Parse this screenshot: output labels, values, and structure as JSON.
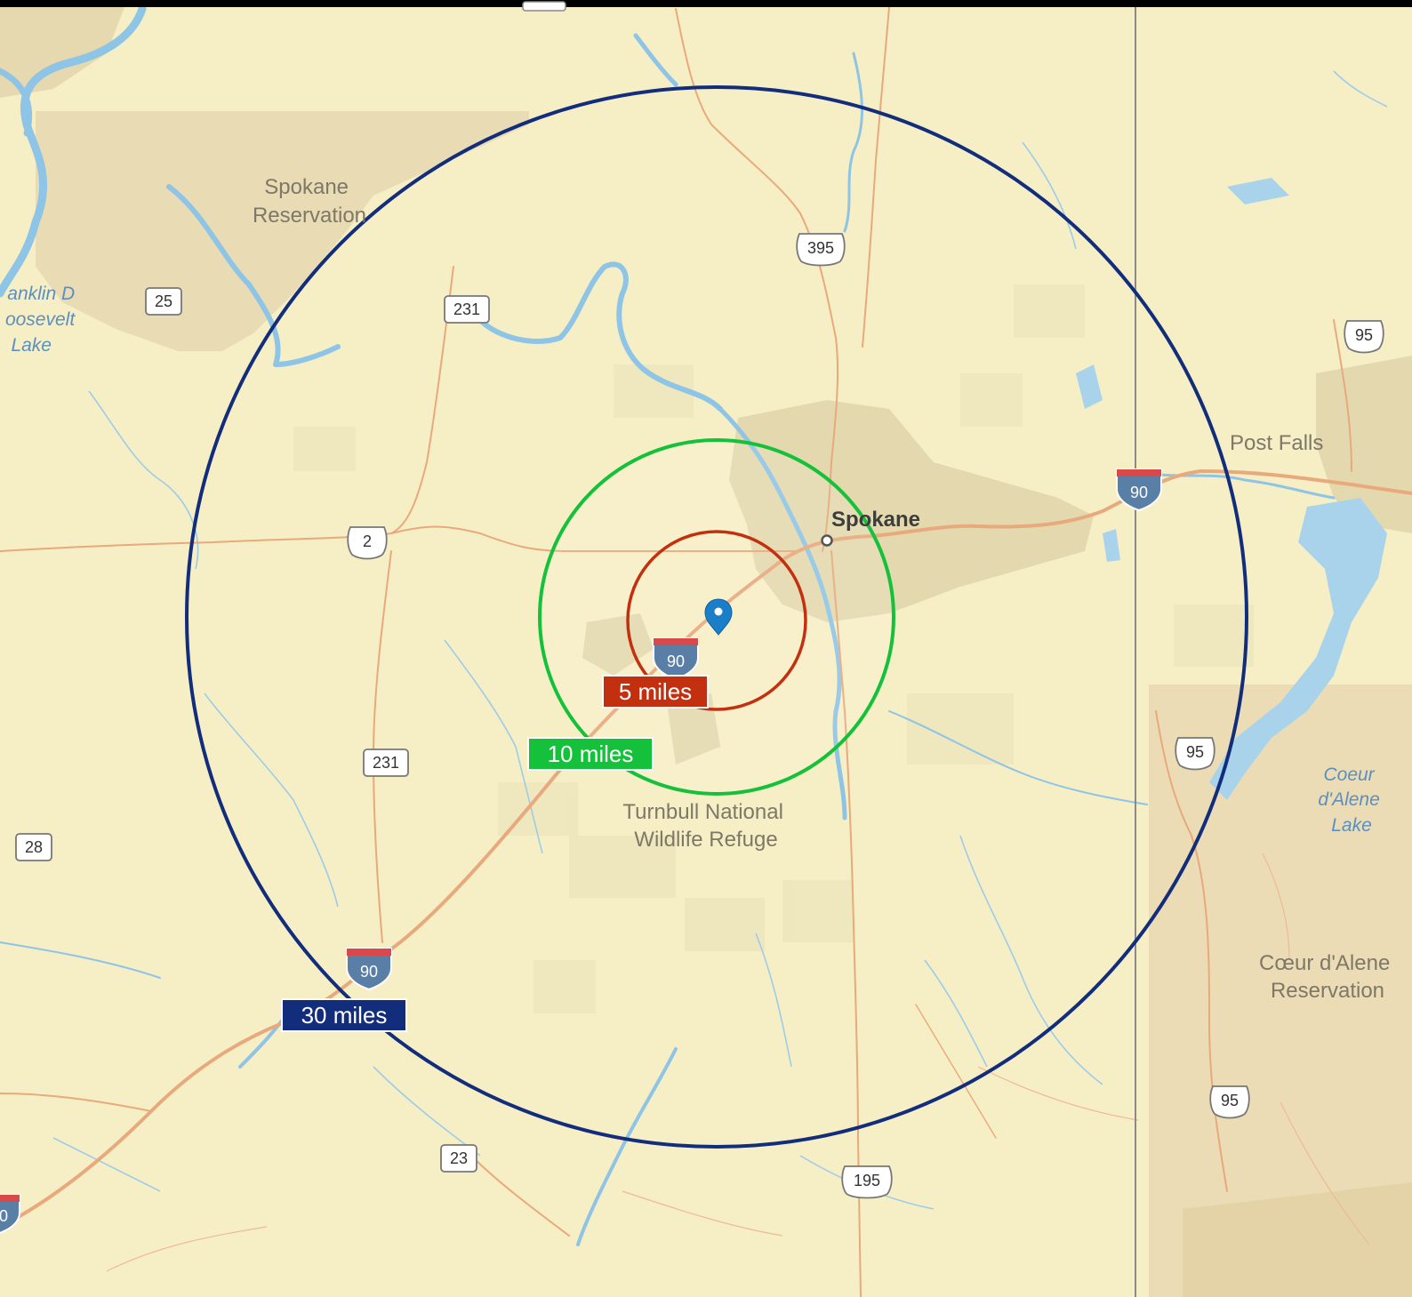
{
  "map": {
    "place_labels": [
      {
        "id": "spokane-reservation",
        "lines": [
          "Spokane",
          "Reservation"
        ]
      },
      {
        "id": "turnbull",
        "lines": [
          "Turnbull National",
          "Wildlife Refuge"
        ]
      },
      {
        "id": "post-falls",
        "lines": [
          "Post Falls"
        ]
      },
      {
        "id": "coeur-dalene-reservation",
        "lines": [
          "Cœur d'Alene",
          "Reservation"
        ]
      }
    ],
    "water_labels": [
      {
        "id": "fdr-lake",
        "lines": [
          "anklin D",
          "oosevelt",
          "Lake"
        ]
      },
      {
        "id": "cda-lake",
        "lines": [
          "Coeur",
          "d'Alene",
          "Lake"
        ]
      }
    ],
    "city_label": {
      "id": "spokane",
      "text": "Spokane"
    },
    "route_shields": [
      {
        "id": "us-395",
        "type": "us",
        "number": "395"
      },
      {
        "id": "wa-25",
        "type": "state",
        "number": "25"
      },
      {
        "id": "wa-231-north",
        "type": "state",
        "number": "231"
      },
      {
        "id": "us-2",
        "type": "us",
        "number": "2"
      },
      {
        "id": "wa-231-south",
        "type": "state",
        "number": "231"
      },
      {
        "id": "wa-28",
        "type": "state",
        "number": "28"
      },
      {
        "id": "wa-23",
        "type": "state",
        "number": "23"
      },
      {
        "id": "us-195",
        "type": "us",
        "number": "195"
      },
      {
        "id": "us-95-north",
        "type": "us",
        "number": "95"
      },
      {
        "id": "us-95-middle",
        "type": "us",
        "number": "95"
      },
      {
        "id": "us-95-south",
        "type": "us",
        "number": "95"
      },
      {
        "id": "i-90-center",
        "type": "interstate",
        "number": "90"
      },
      {
        "id": "i-90-east",
        "type": "interstate",
        "number": "90"
      },
      {
        "id": "i-90-west",
        "type": "interstate",
        "number": "90"
      },
      {
        "id": "i-90-edge",
        "type": "interstate",
        "number": "0"
      }
    ],
    "radius_rings": [
      {
        "id": "ring-5",
        "label": "5 miles",
        "radius_miles": 5,
        "color": "#c2300f"
      },
      {
        "id": "ring-10",
        "label": "10 miles",
        "radius_miles": 10,
        "color": "#15c13a"
      },
      {
        "id": "ring-30",
        "label": "30 miles",
        "radius_miles": 30,
        "color": "#122d7c"
      }
    ],
    "marker": {
      "id": "location-pin",
      "icon": "map-pin-icon",
      "color": "#1a7ec9"
    },
    "colors": {
      "land": "#f6efc6",
      "reservation": "#e9dcb4",
      "urban": "#e2d7b0",
      "water": "#a9d3ea",
      "river": "#8ec4e6",
      "road": "#e8a97c",
      "border": "#8a8a8a"
    }
  }
}
